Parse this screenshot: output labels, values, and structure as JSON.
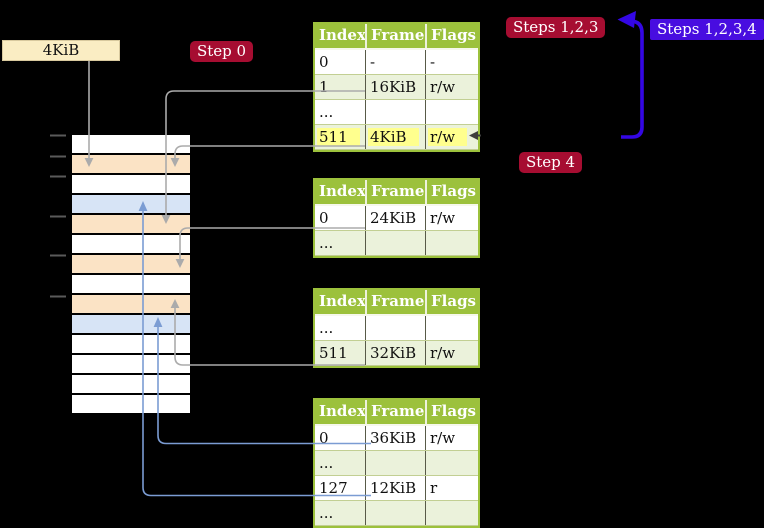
{
  "labels": {
    "size": "4KiB",
    "step0": "Step 0",
    "steps123": "Steps 1,2,3",
    "steps1234": "Steps 1,2,3,4",
    "step4": "Step 4"
  },
  "tables": [
    {
      "id": "table-1",
      "headers": [
        "Index",
        "Frame",
        "Flags"
      ],
      "rows": [
        {
          "index": "0",
          "frame": "-",
          "flags": "-"
        },
        {
          "index": "1",
          "frame": "16KiB",
          "flags": "r/w"
        },
        {
          "index": "...",
          "frame": "",
          "flags": ""
        },
        {
          "index": "511",
          "frame": "4KiB",
          "flags": "r/w",
          "highlighted": true
        }
      ]
    },
    {
      "id": "table-2",
      "headers": [
        "Index",
        "Frame",
        "Flags"
      ],
      "rows": [
        {
          "index": "0",
          "frame": "24KiB",
          "flags": "r/w"
        },
        {
          "index": "...",
          "frame": "",
          "flags": ""
        }
      ]
    },
    {
      "id": "table-3",
      "headers": [
        "Index",
        "Frame",
        "Flags"
      ],
      "rows": [
        {
          "index": "...",
          "frame": "",
          "flags": ""
        },
        {
          "index": "511",
          "frame": "32KiB",
          "flags": "r/w"
        }
      ]
    },
    {
      "id": "table-4",
      "headers": [
        "Index",
        "Frame",
        "Flags"
      ],
      "rows": [
        {
          "index": "0",
          "frame": "36KiB",
          "flags": "r/w"
        },
        {
          "index": "...",
          "frame": "",
          "flags": ""
        },
        {
          "index": "127",
          "frame": "12KiB",
          "flags": "r"
        },
        {
          "index": "...",
          "frame": "",
          "flags": ""
        }
      ]
    }
  ],
  "memory_map": {
    "row_colors": [
      "white",
      "orange",
      "white",
      "blue",
      "orange",
      "white",
      "orange",
      "white",
      "orange",
      "blue",
      "white",
      "white",
      "white",
      "white"
    ]
  },
  "colors": {
    "background": "#000000",
    "table_header_green": "#9cc13c",
    "table_row_green": "#ebf2db",
    "frame_orange": "#fbe3c5",
    "frame_blue": "#d7e4f6",
    "size_box_bg": "#faedc3",
    "crimson_label": "#a60d31",
    "blue_label": "#480de0",
    "thick_arrow_blue": "#3407e4",
    "connector_gray": "#ababab",
    "connector_blue": "#7b9cd3",
    "highlight_yellow": "#ffff8e"
  }
}
